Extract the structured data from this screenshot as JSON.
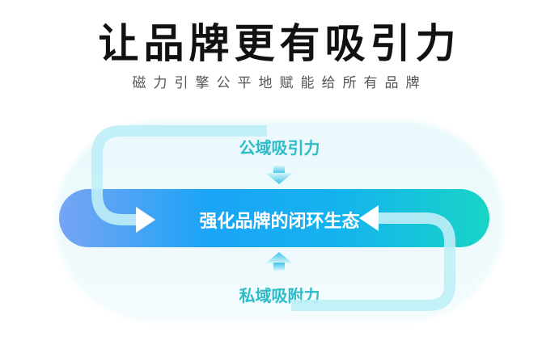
{
  "title": "让品牌更有吸引力",
  "subtitle": "磁力引擎公平地赋能给所有品牌",
  "diagram": {
    "top_label": "公域吸引力",
    "center_label": "强化品牌的闭环生态",
    "bottom_label": "私域吸附力"
  },
  "colors": {
    "bar_start": "#78a4f4",
    "bar_mid": "#1aa4f6",
    "bar_end": "#19d4c6",
    "label": "#2cbcc8"
  }
}
